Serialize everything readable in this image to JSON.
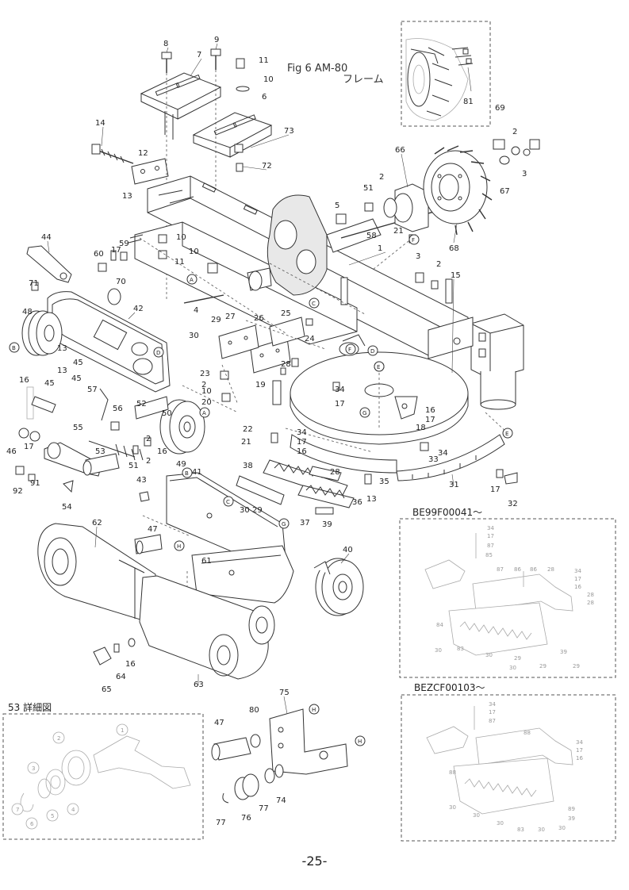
{
  "title": {
    "fig": "Fig 6 AM-80",
    "name": "フレーム"
  },
  "page_number": "-25-",
  "headers": {
    "serial_1": "BE99F00041〜",
    "serial_2": "BEZCF00103〜",
    "detail_53": "53 詳細図"
  },
  "callouts_main": {
    "c1": "1",
    "c2": "2",
    "c2b": "2",
    "c2c": "2",
    "c2d": "2",
    "c2e": "2",
    "c3": "3",
    "c3b": "3",
    "c4": "4",
    "c5": "5",
    "c6": "6",
    "c7": "7",
    "c8": "8",
    "c9": "9",
    "c10": "10",
    "c10b": "10",
    "c10c": "10",
    "c11": "11",
    "c11b": "11",
    "c12": "12",
    "c13": "13",
    "c13b": "13",
    "c13c": "13",
    "c14": "14",
    "c15": "15",
    "c16": "16",
    "c16b": "16",
    "c16c": "16",
    "c16d": "16",
    "c16e": "16",
    "c17": "17",
    "c17b": "17",
    "c17c": "17",
    "c17d": "17",
    "c17e": "17",
    "c17f": "17",
    "c18": "18",
    "c19": "19",
    "c20": "20",
    "c21": "21",
    "c21b": "21",
    "c22": "22",
    "c23": "23",
    "c24": "24",
    "c25": "25",
    "c26": "26",
    "c27": "27",
    "c28": "28",
    "c28b": "28",
    "c29": "29",
    "c29b": "29",
    "c30": "30",
    "c30b": "30",
    "c31": "31",
    "c32": "32",
    "c33": "33",
    "c34": "34",
    "c34b": "34",
    "c34c": "34",
    "c35": "35",
    "c36": "36",
    "c37": "37",
    "c38": "38",
    "c39": "39",
    "c40": "40",
    "c41": "41",
    "c42": "42",
    "c43": "43",
    "c44": "44",
    "c45": "45",
    "c45b": "45",
    "c46": "46",
    "c47": "47",
    "c48": "48",
    "c49": "49",
    "c50": "50",
    "c51": "51",
    "c51b": "51",
    "c52": "52",
    "c53": "53",
    "c54": "54",
    "c55": "55",
    "c56": "56",
    "c57": "57",
    "c58": "58",
    "c59": "59",
    "c60": "60",
    "c61": "61",
    "c62": "62",
    "c63": "63",
    "c64": "64",
    "c65": "65",
    "c66": "66",
    "c67": "67",
    "c68": "68",
    "c69": "69",
    "c70": "70",
    "c71": "71",
    "c72": "72",
    "c73": "73",
    "c74": "74",
    "c75": "75",
    "c76": "76",
    "c77": "77",
    "c77b": "77",
    "c80": "80",
    "c81": "81",
    "c91": "91",
    "c92": "92"
  },
  "callouts_circled": {
    "a": "A",
    "b": "B",
    "c": "C",
    "d": "D",
    "e": "E",
    "f": "F",
    "g": "G",
    "h": "H"
  },
  "serial_1_labels": [
    "34",
    "17",
    "87",
    "85",
    "87",
    "86",
    "86",
    "28",
    "34",
    "17",
    "16",
    "28",
    "28",
    "84",
    "30",
    "83",
    "30",
    "29",
    "30",
    "29",
    "39",
    "29"
  ],
  "serial_2_labels": [
    "34",
    "17",
    "87",
    "88",
    "34",
    "17",
    "16",
    "88",
    "89",
    "39",
    "30",
    "30",
    "30",
    "30",
    "30",
    "83"
  ],
  "detail_53_labels": [
    "1",
    "2",
    "3",
    "4",
    "5",
    "6",
    "7"
  ]
}
